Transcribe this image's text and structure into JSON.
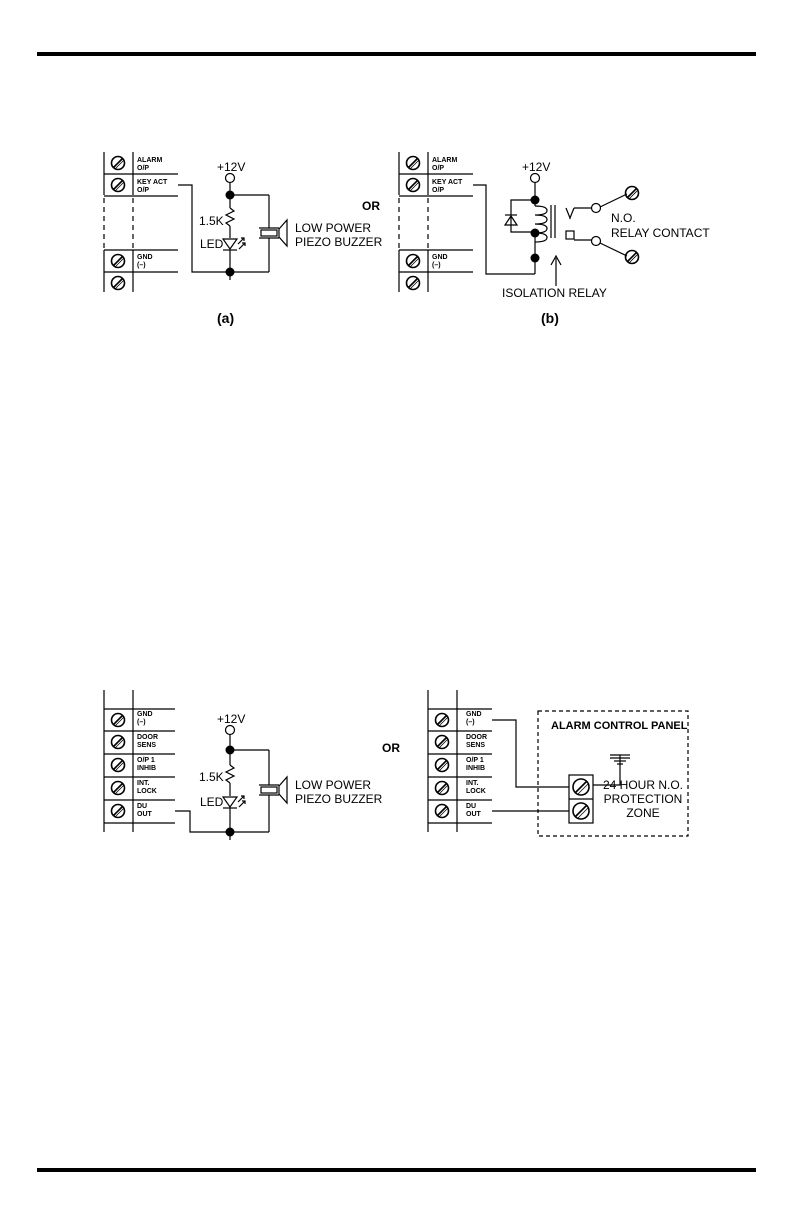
{
  "diagram_top_a": {
    "terminals": [
      "ALARM",
      "O/P",
      "KEY ACT",
      "O/P",
      "GND",
      "(–)"
    ],
    "supply": "+12V",
    "resistor": "1.5K",
    "led": "LED",
    "buzzer_line1": "LOW POWER",
    "buzzer_line2": "PIEZO BUZZER",
    "caption": "(a)"
  },
  "or_label": "OR",
  "diagram_top_b": {
    "terminals": [
      "ALARM",
      "O/P",
      "KEY ACT",
      "O/P",
      "GND",
      "(–)"
    ],
    "supply": "+12V",
    "contact_line1": "N.O.",
    "contact_line2": "RELAY CONTACT",
    "relay_label": "ISOLATION RELAY",
    "caption": "(b)"
  },
  "diagram_bottom_left": {
    "terminals": [
      "GND",
      "(–)",
      "DOOR",
      "SENS",
      "O/P 1",
      "INHIB",
      "INT.",
      "LOCK",
      "DU",
      "OUT"
    ],
    "supply": "+12V",
    "resistor": "1.5K",
    "led": "LED",
    "buzzer_line1": "LOW POWER",
    "buzzer_line2": "PIEZO BUZZER"
  },
  "diagram_bottom_right": {
    "terminals": [
      "GND",
      "(–)",
      "DOOR",
      "SENS",
      "O/P 1",
      "INHIB",
      "INT.",
      "LOCK",
      "DU",
      "OUT"
    ],
    "panel_title": "ALARM CONTROL PANEL",
    "zone_line1": "24 HOUR N.O.",
    "zone_line2": "PROTECTION",
    "zone_line3": "ZONE"
  }
}
